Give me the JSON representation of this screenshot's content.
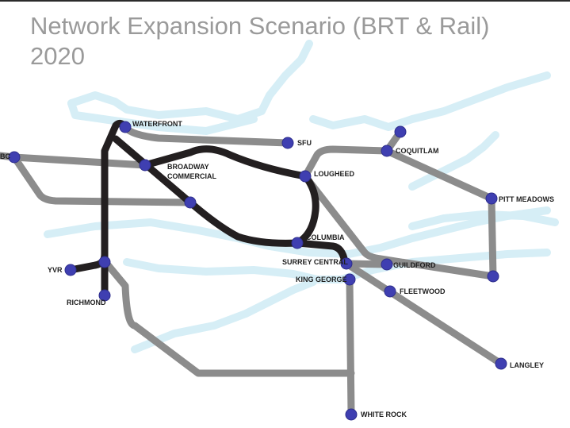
{
  "title": "Network Expansion Scenario (BRT & Rail)\n2020",
  "colors": {
    "title": "#9a9a9a",
    "water": "#d6eef6",
    "brt_line": "#8c8c8c",
    "rail_line": "#231f20",
    "station": "#3f3fb1"
  },
  "stations": {
    "ubc": "BC",
    "waterfront": "WATERFRONT",
    "sfu": "SFU",
    "broadway_commercial_1": "BROADWAY",
    "broadway_commercial_2": "COMMERCIAL",
    "lougheed": "LOUGHEED",
    "coquitlam": "COQUITLAM",
    "pitt_meadows": "PITT MEADOWS",
    "columbia": "COLUMBIA",
    "surrey_central": "SURREY CENTRAL",
    "guildford": "GUILDFORD",
    "king_george": "KING GEORGE",
    "fleetwood": "FLEETWOOD",
    "yvr": "YVR",
    "richmond": "RICHMOND",
    "langley": "LANGLEY",
    "white_rock": "WHITE ROCK"
  }
}
